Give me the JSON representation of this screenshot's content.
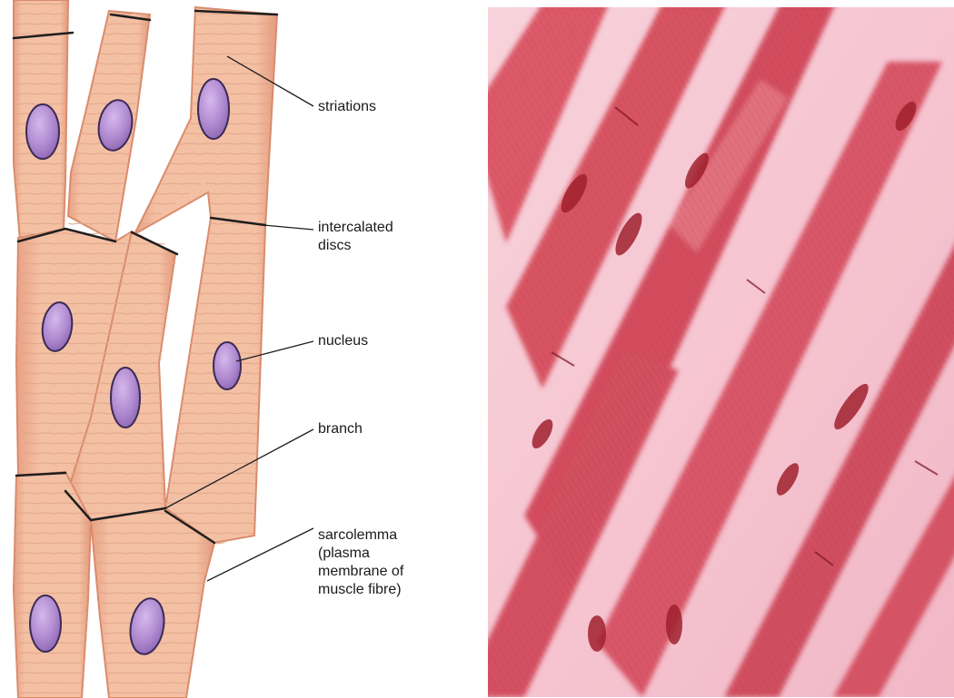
{
  "labels": {
    "striations": "striations",
    "intercalated_discs": "intercalated\ndiscs",
    "nucleus": "nucleus",
    "branch": "branch",
    "sarcolemma": "sarcolemma\n(plasma\nmembrane of\nmuscle fibre)"
  },
  "colors": {
    "fibre_fill": "#f2b89b",
    "fibre_edge": "#d98b6c",
    "nucleus_fill": "#b08ad0",
    "micrograph_tissue": "#d8495a",
    "micrograph_background": "#f6c9d3"
  }
}
